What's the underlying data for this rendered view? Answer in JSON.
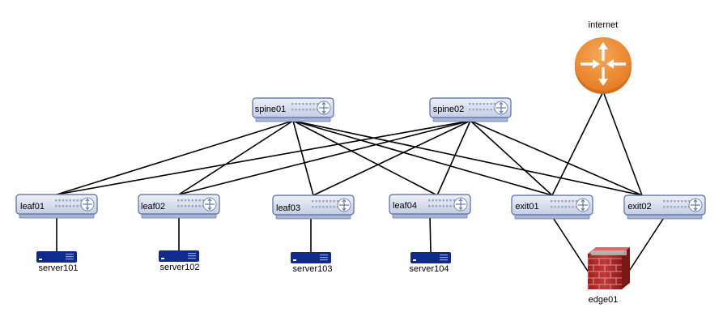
{
  "diagram": {
    "nodes": {
      "internet": {
        "label": "internet",
        "kind": "router",
        "icon": "router-icon"
      },
      "spine01": {
        "label": "spine01",
        "kind": "switch",
        "icon": "switch-icon"
      },
      "spine02": {
        "label": "spine02",
        "kind": "switch",
        "icon": "switch-icon"
      },
      "leaf01": {
        "label": "leaf01",
        "kind": "switch",
        "icon": "switch-icon"
      },
      "leaf02": {
        "label": "leaf02",
        "kind": "switch",
        "icon": "switch-icon"
      },
      "leaf03": {
        "label": "leaf03",
        "kind": "switch",
        "icon": "switch-icon"
      },
      "leaf04": {
        "label": "leaf04",
        "kind": "switch",
        "icon": "switch-icon"
      },
      "exit01": {
        "label": "exit01",
        "kind": "switch",
        "icon": "switch-icon"
      },
      "exit02": {
        "label": "exit02",
        "kind": "switch",
        "icon": "switch-icon"
      },
      "server101": {
        "label": "server101",
        "kind": "server",
        "icon": "server-icon"
      },
      "server102": {
        "label": "server102",
        "kind": "server",
        "icon": "server-icon"
      },
      "server103": {
        "label": "server103",
        "kind": "server",
        "icon": "server-icon"
      },
      "server104": {
        "label": "server104",
        "kind": "server",
        "icon": "server-icon"
      },
      "edge01": {
        "label": "edge01",
        "kind": "firewall",
        "icon": "firewall-icon"
      }
    },
    "links": [
      [
        "spine01",
        "leaf01"
      ],
      [
        "spine01",
        "leaf02"
      ],
      [
        "spine01",
        "leaf03"
      ],
      [
        "spine01",
        "leaf04"
      ],
      [
        "spine01",
        "exit01"
      ],
      [
        "spine01",
        "exit02"
      ],
      [
        "spine02",
        "leaf01"
      ],
      [
        "spine02",
        "leaf02"
      ],
      [
        "spine02",
        "leaf03"
      ],
      [
        "spine02",
        "leaf04"
      ],
      [
        "spine02",
        "exit01"
      ],
      [
        "spine02",
        "exit02"
      ],
      [
        "internet",
        "exit01"
      ],
      [
        "internet",
        "exit02"
      ],
      [
        "leaf01",
        "server101"
      ],
      [
        "leaf02",
        "server102"
      ],
      [
        "leaf03",
        "server103"
      ],
      [
        "leaf04",
        "server104"
      ],
      [
        "exit01",
        "edge01"
      ],
      [
        "exit02",
        "edge01"
      ]
    ],
    "colors": {
      "switch_body": "#d7deee",
      "switch_border": "#6b7db0",
      "router": "#f28d37",
      "server": "#0f2a8c",
      "firewall": "#b52b2b",
      "link": "#000000"
    }
  }
}
